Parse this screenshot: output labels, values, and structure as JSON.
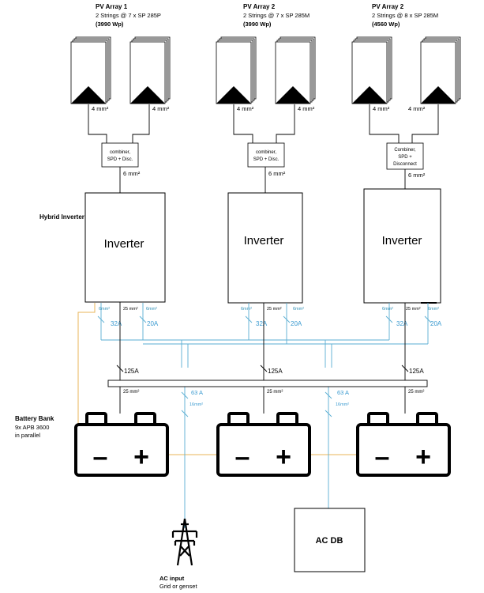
{
  "arrays": [
    {
      "title": "PV Array 1",
      "strings": "2 Strings @ 7  x SP 285P",
      "power": "(3990  Wp)",
      "cable_left": "4 mm²",
      "cable_right": "4 mm²",
      "combiner": [
        "combiner,",
        "SPD + Disc."
      ],
      "cable_inv": "6 mm²",
      "inverter": "Inverter",
      "out_left": "6mm²",
      "out_mid": "25 mm²",
      "out_right": "6mm²",
      "breaker_a": "32A",
      "breaker_b": "20A",
      "main_breaker": "125A",
      "bus_cable": "25 mm²"
    },
    {
      "title": "PV Array 2",
      "strings": "2 Strings @ 7  x SP 285M",
      "power": "(3990 Wp)",
      "cable_left": "4 mm²",
      "cable_right": "4 mm²",
      "combiner": [
        "combiner,",
        "SPD + Disc."
      ],
      "cable_inv": "6 mm²",
      "inverter": "Inverter",
      "out_left": "6mm²",
      "out_mid": "25 mm²",
      "out_right": "6mm²",
      "breaker_a": "32A",
      "breaker_b": "20A",
      "main_breaker": "125A",
      "bus_cable": "25 mm²"
    },
    {
      "title": "PV Array 2",
      "strings": "2 Strings @ 8  x SP 285M",
      "power": "(4560 Wp)",
      "cable_left": "4 mm²",
      "cable_right": "4 mm²",
      "combiner": [
        "Combiner,",
        "SPD +",
        "Disconnect"
      ],
      "cable_inv": "6 mm²",
      "inverter": "Inverter",
      "out_left": "6mm²",
      "out_mid": "25 mm²",
      "out_right": "6mm²",
      "breaker_a": "32A",
      "breaker_b": "20A",
      "main_breaker": "125A",
      "bus_cable": "25 mm²"
    }
  ],
  "hybrid_label": "Hybrid Inverter",
  "battery_bank": {
    "title": "Battery Bank",
    "line1": "9x APB 3600",
    "line2": "in parallel",
    "minus": "–",
    "plus": "+"
  },
  "ac_breakers": [
    {
      "rating": "63 A",
      "cable": "16mm²"
    },
    {
      "rating": "63 A",
      "cable": "16mm²"
    }
  ],
  "ac_input": {
    "title": "AC input",
    "sub": "Grid or genset"
  },
  "ac_db": {
    "label": "AC DB"
  },
  "colors": {
    "line": "#000000",
    "blue": "#5aaed3",
    "orange": "#e8b55a"
  },
  "icons": [
    "pv-panel-icon",
    "battery-icon",
    "transmission-tower-icon"
  ]
}
